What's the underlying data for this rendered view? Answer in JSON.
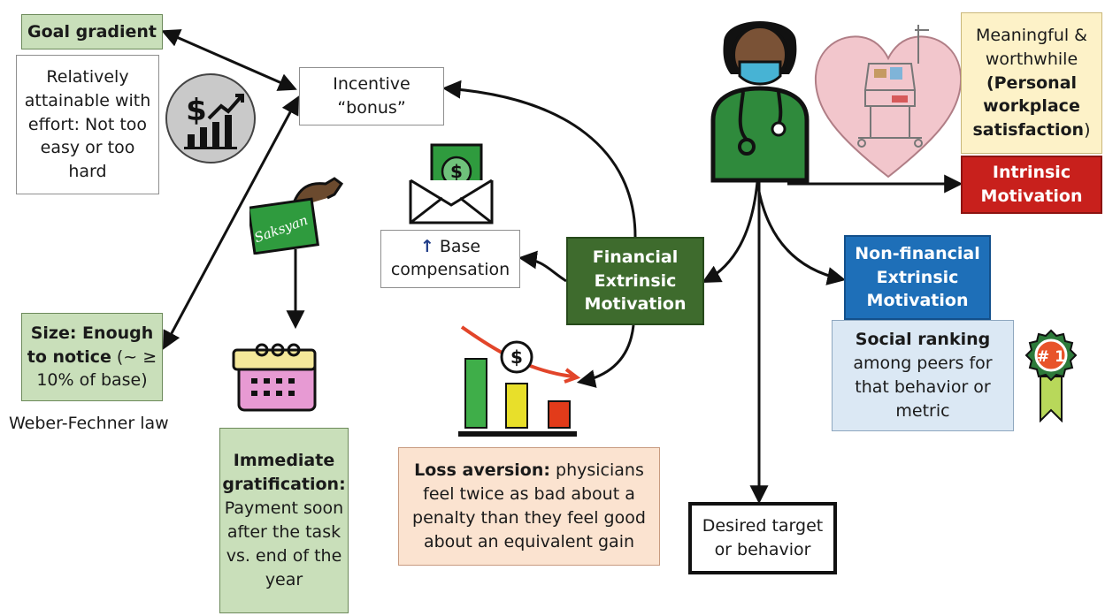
{
  "nodes": {
    "goal_gradient": {
      "title": "Goal gradient"
    },
    "attainable": {
      "text": "Relatively attainable with effort: Not too easy or too hard"
    },
    "incentive": {
      "text": "Incentive “bonus”"
    },
    "size": {
      "bold": "Size: Enough to notice",
      "rest": " (~ ≥ 10% of base)"
    },
    "weber": {
      "text": "Weber-Fechner law"
    },
    "immediate": {
      "bold": "Immediate gratification:",
      "rest": " Payment soon after the task vs. end of the year"
    },
    "base_comp": {
      "arrow": "↑",
      "text": "Base compensation"
    },
    "financial": {
      "text": "Financial Extrinsic Motivation"
    },
    "loss": {
      "bold": "Loss aversion:",
      "rest": " physicians feel twice as bad about a penalty than they feel good about an equivalent gain"
    },
    "desired": {
      "text": "Desired target or behavior"
    },
    "nonfinancial": {
      "text": "Non-financial Extrinsic Motivation"
    },
    "social": {
      "bold": "Social ranking",
      "rest": " among peers for that behavior or metric"
    },
    "meaningful": {
      "plain": "Meaningful & worthwhile ",
      "bold": "(Personal workplace satisfaction",
      "close": ")"
    },
    "intrinsic": {
      "text": "Intrinsic Motivation"
    }
  },
  "icons": {
    "dollar_chart": "$",
    "badge": "# 1",
    "coin": "$",
    "envelope_bill": "$",
    "check_signature": "Saksyan"
  },
  "colors": {
    "green_box": "#c9dfba",
    "dark_green": "#3e6b2d",
    "blue": "#1e6fb8",
    "red": "#c8201c",
    "peach": "#fbe3d0",
    "cream": "#fdf2c8",
    "light_blue": "#dbe8f4"
  }
}
